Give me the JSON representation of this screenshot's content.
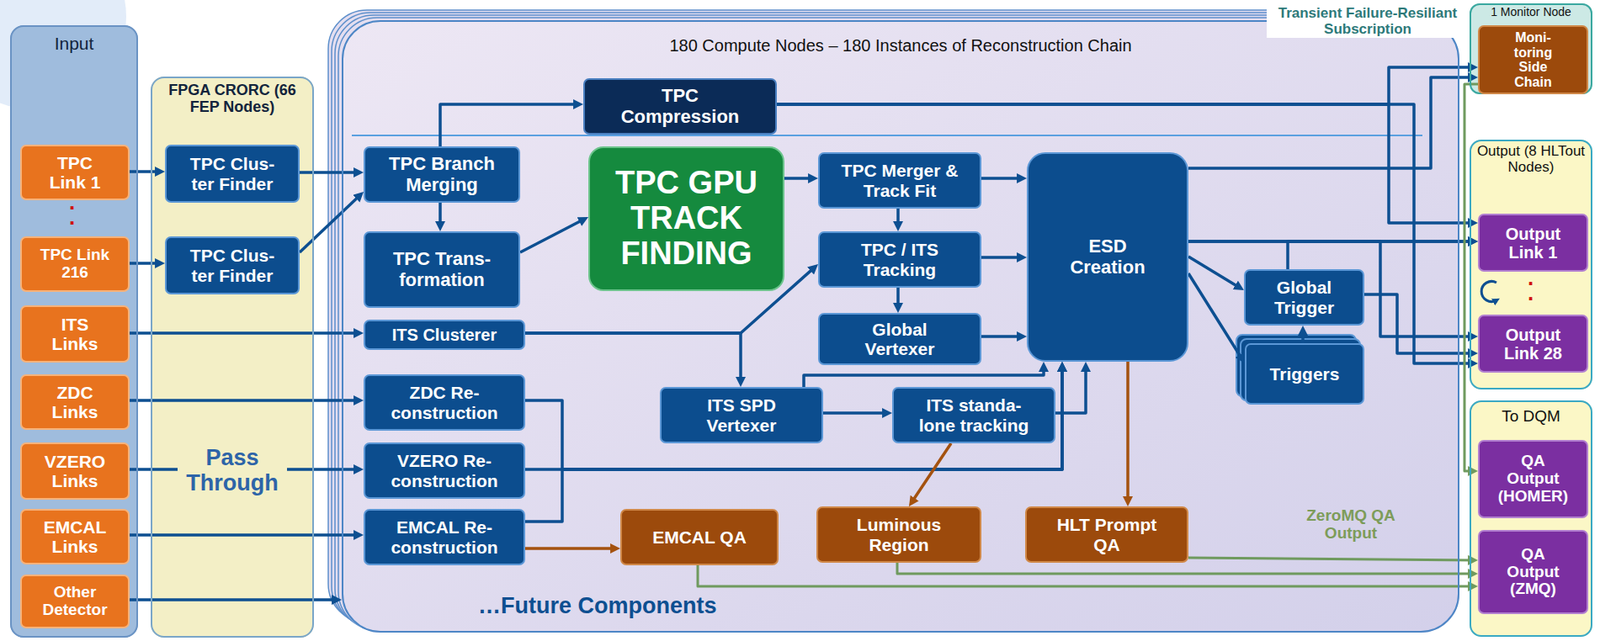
{
  "diagram": {
    "nodes": [
      {
        "text": [
          "Input"
        ]
      },
      {
        "text": [
          "TPC Link 1"
        ],
        "in": 0
      },
      {
        "text": [
          "TPC Link 216"
        ],
        "in": 0
      },
      {
        "text": [
          "ITS Links"
        ],
        "in": 0
      },
      {
        "text": [
          "ZDC Links"
        ],
        "in": 0
      },
      {
        "text": [
          "VZERO Links"
        ],
        "in": 0
      },
      {
        "text": [
          "EMCAL Links"
        ],
        "in": 0
      },
      {
        "text": [
          "Other Detector"
        ],
        "in": 0
      },
      {
        "text": [
          "FPGA CRORC (66 FEP Nodes)",
          "Pass Through"
        ]
      },
      {
        "text": [
          "TPC Clus- ter Finder"
        ],
        "in": 8
      },
      {
        "text": [
          "TPC Clus- ter Finder"
        ],
        "in": 8
      },
      {
        "text": [
          "180 Compute Nodes – 180 Instances of Reconstruction Chain"
        ]
      },
      {
        "text": [
          "TPC Compression"
        ],
        "in": 11
      },
      {
        "text": [
          "TPC Branch Merging"
        ],
        "in": 11
      },
      {
        "text": [
          "TPC Trans- formation"
        ],
        "in": 11
      },
      {
        "text": [
          "TPC GPU TRACK FINDING"
        ],
        "in": 11
      },
      {
        "text": [
          "TPC Merger & Track Fit"
        ],
        "in": 11
      },
      {
        "text": [
          "TPC / ITS Tracking"
        ],
        "in": 11
      },
      {
        "text": [
          "Global Vertexer"
        ],
        "in": 11
      },
      {
        "text": [
          "ESD Creation"
        ],
        "in": 11
      },
      {
        "text": [
          "ITS Clusterer"
        ],
        "in": 11
      },
      {
        "text": [
          "ZDC Re- construction"
        ],
        "in": 11
      },
      {
        "text": [
          "VZERO Re- construction"
        ],
        "in": 11
      },
      {
        "text": [
          "EMCAL Re- construction"
        ],
        "in": 11
      },
      {
        "text": [
          "ITS SPD Vertexer"
        ],
        "in": 11
      },
      {
        "text": [
          "ITS standa- lone tracking"
        ],
        "in": 11
      },
      {
        "text": [
          "EMCAL QA"
        ],
        "in": 11
      },
      {
        "text": [
          "Luminous Region"
        ],
        "in": 11
      },
      {
        "text": [
          "HLT Prompt QA"
        ],
        "in": 11
      },
      {
        "text": [
          "Global Trigger"
        ],
        "in": 11
      },
      {
        "text": [
          "Triggers"
        ],
        "in": 11
      },
      {
        "text": [
          "1 Monitor Node"
        ]
      },
      {
        "text": [
          "Moni- toring Side Chain"
        ],
        "in": 31
      },
      {
        "text": [
          "Output (8 HLTout Nodes)"
        ]
      },
      {
        "text": [
          "Output Link 1"
        ],
        "in": 33
      },
      {
        "text": [
          "Output Link 28"
        ],
        "in": 33
      },
      {
        "text": [
          "To DQM"
        ]
      },
      {
        "text": [
          "QA Output (HOMER)"
        ],
        "in": 36
      },
      {
        "text": [
          "QA Output (ZMQ)"
        ],
        "in": 36
      }
    ],
    "edges": [
      {
        "from": 1,
        "to": 9,
        "arrow": "to"
      },
      {
        "from": 2,
        "to": 10,
        "arrow": "to"
      },
      {
        "from": 9,
        "to": 13,
        "arrow": "to"
      },
      {
        "from": 10,
        "to": 13,
        "arrow": "to"
      },
      {
        "from": 3,
        "to": 20,
        "arrow": "to"
      },
      {
        "from": 4,
        "to": 21,
        "arrow": "to"
      },
      {
        "from": 5,
        "to": 22,
        "arrow": "to"
      },
      {
        "from": 6,
        "to": 23,
        "arrow": "to"
      },
      {
        "from": 7,
        "to": 11,
        "arrow": "to"
      },
      {
        "from": 13,
        "to": 12,
        "arrow": "to"
      },
      {
        "from": 13,
        "to": 14,
        "arrow": "to"
      },
      {
        "from": 14,
        "to": 15,
        "arrow": "to"
      },
      {
        "from": 15,
        "to": 16,
        "arrow": "to"
      },
      {
        "from": 16,
        "to": 17,
        "arrow": "to"
      },
      {
        "from": 16,
        "to": 19,
        "arrow": "to"
      },
      {
        "from": 17,
        "to": 18,
        "arrow": "to"
      },
      {
        "from": 17,
        "to": 19,
        "arrow": "to"
      },
      {
        "from": 18,
        "to": 19,
        "arrow": "to"
      },
      {
        "from": 20,
        "to": 17,
        "arrow": "to"
      },
      {
        "from": 20,
        "to": 24,
        "arrow": "to"
      },
      {
        "from": 24,
        "to": 25,
        "arrow": "to"
      },
      {
        "from": 24,
        "to": 19,
        "arrow": "to"
      },
      {
        "from": 25,
        "to": 19,
        "arrow": "to"
      },
      {
        "from": 21,
        "to": 19,
        "arrow": "to"
      },
      {
        "from": 22,
        "to": 19,
        "arrow": "to"
      },
      {
        "from": 23,
        "to": 19,
        "arrow": "to"
      },
      {
        "from": 23,
        "to": 26,
        "arrow": "to"
      },
      {
        "from": 25,
        "to": 27,
        "arrow": "to"
      },
      {
        "from": 19,
        "to": 28,
        "arrow": "to"
      },
      {
        "from": 19,
        "to": 29,
        "arrow": "to"
      },
      {
        "from": 19,
        "to": 30,
        "arrow": "to"
      },
      {
        "from": 30,
        "to": 29,
        "arrow": "to"
      },
      {
        "from": 19,
        "to": 34,
        "arrow": "to"
      },
      {
        "from": 19,
        "to": 35,
        "arrow": "to"
      },
      {
        "from": 29,
        "to": 34,
        "arrow": "to"
      },
      {
        "from": 29,
        "to": 35,
        "arrow": "to"
      },
      {
        "from": 12,
        "to": 32,
        "arrow": "to"
      },
      {
        "from": 12,
        "to": 34,
        "arrow": "to"
      },
      {
        "from": 12,
        "to": 35,
        "arrow": "to"
      },
      {
        "from": 19,
        "to": 32,
        "arrow": "to"
      },
      {
        "from": 32,
        "to": 37,
        "arrow": "to"
      },
      {
        "from": 26,
        "to": 38,
        "arrow": "to"
      },
      {
        "from": 27,
        "to": 38,
        "arrow": "to"
      },
      {
        "from": 28,
        "to": 38,
        "arrow": "to"
      }
    ],
    "labels": [
      "Transient Failure-Resiliant Subscription",
      "ZeroMQ QA Output",
      "…Future Components",
      ".",
      ".",
      ".",
      "."
    ]
  }
}
